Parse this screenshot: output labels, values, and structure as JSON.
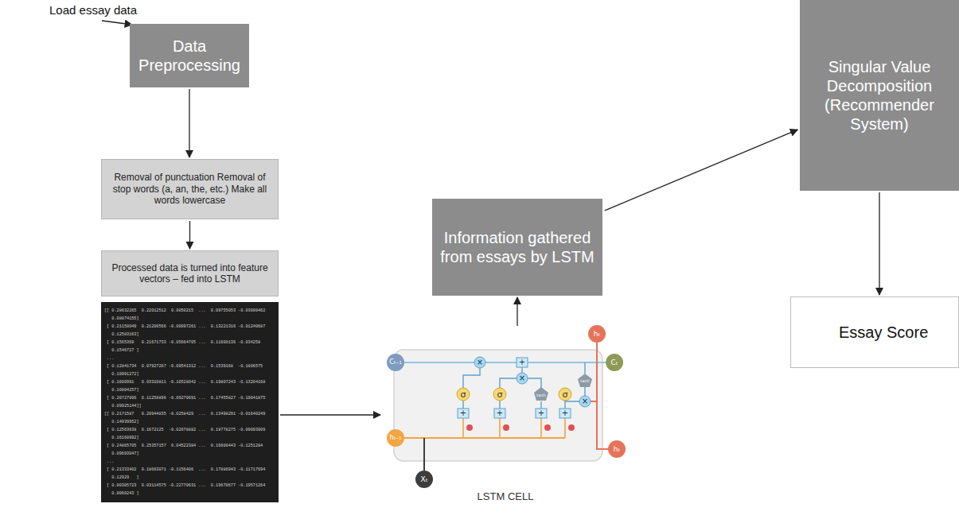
{
  "diagram": {
    "nodes": [
      {
        "text": [
          "Data Preprocessing"
        ]
      },
      {
        "text": [
          "Removal of punctuation Removal of stop words (a, an, the, etc.) Make all words lowercase"
        ]
      },
      {
        "text": [
          "Processed data is turned into feature vectors – fed into LSTM"
        ]
      },
      {
        "text": [
          "[[ 0.28632265  0.22012512  0.0050215  ...  0.09755053 -0.03000462",
          "   0.08874155]",
          " [ 0.21150049  0.21200566 -0.00097261 ...  0.13221316 -0.01240687",
          "   0.12583163]",
          " [ 0.1565369   0.21671733 -0.05664705 ...  0.11600136 -0.034258",
          "   0.1546727 ]",
          " ...",
          " [ 0.12841734  0.07927267 -0.09541312 ...  0.1539168  -0.1806575",
          "   0.10991272]",
          " [ 0.1600991   0.03310811 -0.10528042 ...  0.19807243 -0.13204168",
          "   0.10004257]",
          " [ 0.20727006  0.11258896 -0.09270691 ...  0.17455827 -0.19041875",
          "   0.09925144]]",
          "[[ 0.2171587   0.20944835 -0.0258429  ...  0.13498291 -0.01640249",
          "   0.14939952]",
          " [ 0.12563638  0.1672125  -0.02678882 ...  0.18778275 -0.09093009",
          "   0.16160992]",
          " [ 0.24865705  0.25357157  0.04522384 ...  0.16600443 -0.1251284",
          "   0.09693047]",
          " ...",
          " [ 0.21333402  0.18663071 -0.1156406  ...  0.17886943 -0.11717694",
          "   0.12929   ]",
          " [ 0.00305723  0.03114575 -0.22770631 ...  0.19670677 -0.19571264",
          "   0.0060243 ]"
        ]
      },
      {
        "text": [
          "LSTM CELL"
        ]
      },
      {
        "text": [
          "Information gathered from essays by LSTM"
        ]
      },
      {
        "text": [
          "Singular Value Decomposition (Recommender System)"
        ]
      },
      {
        "text": [
          "Essay Score"
        ]
      }
    ],
    "edges": [
      {
        "from": 0,
        "to": 1,
        "arrow": "to"
      },
      {
        "from": 1,
        "to": 2,
        "arrow": "to"
      },
      {
        "from": 3,
        "to": 4,
        "arrow": "to"
      },
      {
        "from": 4,
        "to": 5,
        "arrow": "to"
      },
      {
        "from": 5,
        "to": 6,
        "arrow": "to"
      },
      {
        "from": 6,
        "to": 7,
        "arrow": "to"
      }
    ],
    "labels": [
      "Load essay data",
      "Cₜ₋₁",
      "Cₜ",
      "hₜ",
      "hₜ₋₁",
      "hₜ",
      "Xₜ",
      "×",
      "+",
      "×",
      "σ",
      "σ",
      "tanh",
      "σ",
      "tanh",
      "×",
      "+",
      "+",
      "+",
      "+"
    ]
  }
}
